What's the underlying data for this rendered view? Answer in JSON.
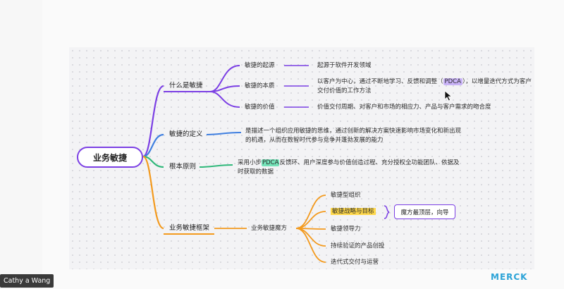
{
  "mindmap": {
    "root": "业务敏捷",
    "branch1": {
      "label": "什么是敏捷",
      "items": [
        {
          "label": "敏捷的起源",
          "detail": "起源于软件开发领域"
        },
        {
          "label": "敏捷的本质",
          "detail_pre": "以客户为中心，通过不断地学习、反馈和调整（",
          "detail_hl": "PDCA",
          "detail_post": "），以增量迭代方式为客户交付价值的工作方法"
        },
        {
          "label": "敏捷的价值",
          "detail": "价值交付周期、对客户和市场的相应力、产品与客户需求的吻合度"
        }
      ]
    },
    "branch2": {
      "label": "敏捷的定义",
      "detail": "是描述一个组织应用敏捷的思维，通过创新的解决方案快速影响市场变化和新出现的机遇，从而在数智时代参与竞争并蓬勃发展的能力"
    },
    "branch3": {
      "label": "根本原则",
      "detail_pre": "采用小步",
      "detail_hl": "PDCA",
      "detail_post": "反馈环、用户深度参与价值创造过程、充分授权全功能团队、依据及时获取的数据"
    },
    "branch4": {
      "label": "业务敏捷框架",
      "sub": "业务敏捷魔方",
      "items": [
        "敏捷型组织",
        "敏捷战略与目标",
        "敏捷领导力",
        "持续验证的产品创投",
        "迭代式交付与运营"
      ],
      "note": "魔方最顶层，向导"
    }
  },
  "user": {
    "name": "Cathy a Wang"
  },
  "brand": {
    "logo": "MERCK"
  },
  "colors": {
    "purple": "#7b3fe4",
    "blue": "#3f7fe0",
    "green": "#2fb87a",
    "orange": "#f39a1e"
  }
}
